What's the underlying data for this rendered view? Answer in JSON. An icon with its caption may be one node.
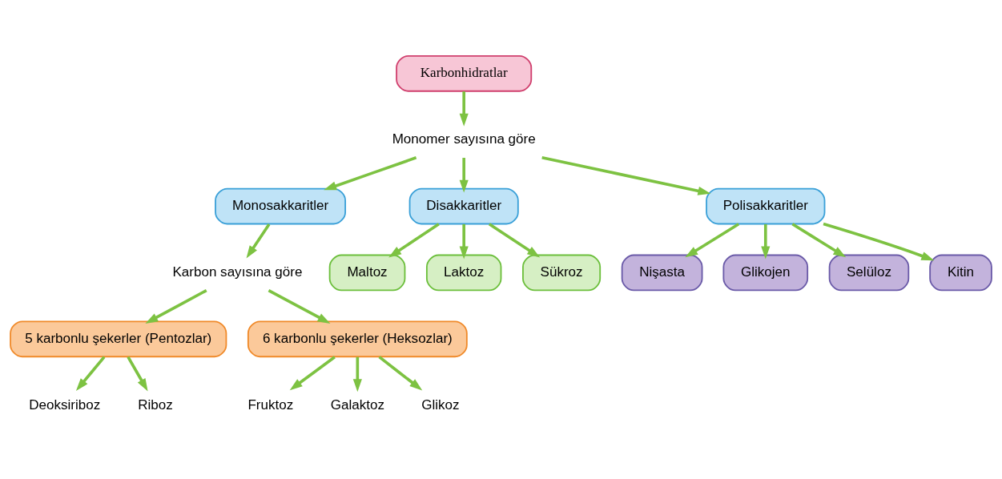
{
  "diagram": {
    "nodes": [
      {
        "text": [
          "Karbonhidratlar"
        ]
      },
      {
        "text": [
          "Monomer sayısına göre"
        ]
      },
      {
        "text": [
          "Monosakkaritler"
        ]
      },
      {
        "text": [
          "Disakkaritler"
        ]
      },
      {
        "text": [
          "Polisakkaritler"
        ]
      },
      {
        "text": [
          "Karbon sayısına göre"
        ]
      },
      {
        "text": [
          "Deoksiriboz"
        ]
      },
      {
        "text": [
          "Riboz"
        ]
      },
      {
        "text": [
          "5 karbonlu şekerler (Pentozlar)"
        ]
      },
      {
        "text": [
          "6 karbonlu şekerler (Heksozlar)"
        ]
      },
      {
        "text": [
          "Fruktoz"
        ]
      },
      {
        "text": [
          "Galaktoz"
        ]
      },
      {
        "text": [
          "Glikoz"
        ]
      },
      {
        "text": [
          "Maltoz"
        ]
      },
      {
        "text": [
          "Laktoz"
        ]
      },
      {
        "text": [
          "Sükroz"
        ]
      },
      {
        "text": [
          "Nişasta"
        ]
      },
      {
        "text": [
          "Glikojen"
        ]
      },
      {
        "text": [
          "Selüloz"
        ]
      },
      {
        "text": [
          "Kitin"
        ]
      }
    ],
    "edges": [
      {
        "from": 0,
        "to": 1,
        "arrow": "to"
      },
      {
        "from": 1,
        "to": 2,
        "arrow": "to"
      },
      {
        "from": 1,
        "to": 3,
        "arrow": "to"
      },
      {
        "from": 1,
        "to": 4,
        "arrow": "to"
      },
      {
        "from": 2,
        "to": 5,
        "arrow": "to"
      },
      {
        "from": 5,
        "to": 8,
        "arrow": "to"
      },
      {
        "from": 5,
        "to": 9,
        "arrow": "to"
      },
      {
        "from": 8,
        "to": 6,
        "arrow": "to"
      },
      {
        "from": 8,
        "to": 7,
        "arrow": "to"
      },
      {
        "from": 9,
        "to": 10,
        "arrow": "to"
      },
      {
        "from": 9,
        "to": 11,
        "arrow": "to"
      },
      {
        "from": 9,
        "to": 12,
        "arrow": "to"
      },
      {
        "from": 3,
        "to": 13,
        "arrow": "to"
      },
      {
        "from": 3,
        "to": 14,
        "arrow": "to"
      },
      {
        "from": 3,
        "to": 15,
        "arrow": "to"
      },
      {
        "from": 4,
        "to": 16,
        "arrow": "to"
      },
      {
        "from": 4,
        "to": 17,
        "arrow": "to"
      },
      {
        "from": 4,
        "to": 18,
        "arrow": "to"
      },
      {
        "from": 4,
        "to": 19,
        "arrow": "to"
      }
    ]
  }
}
